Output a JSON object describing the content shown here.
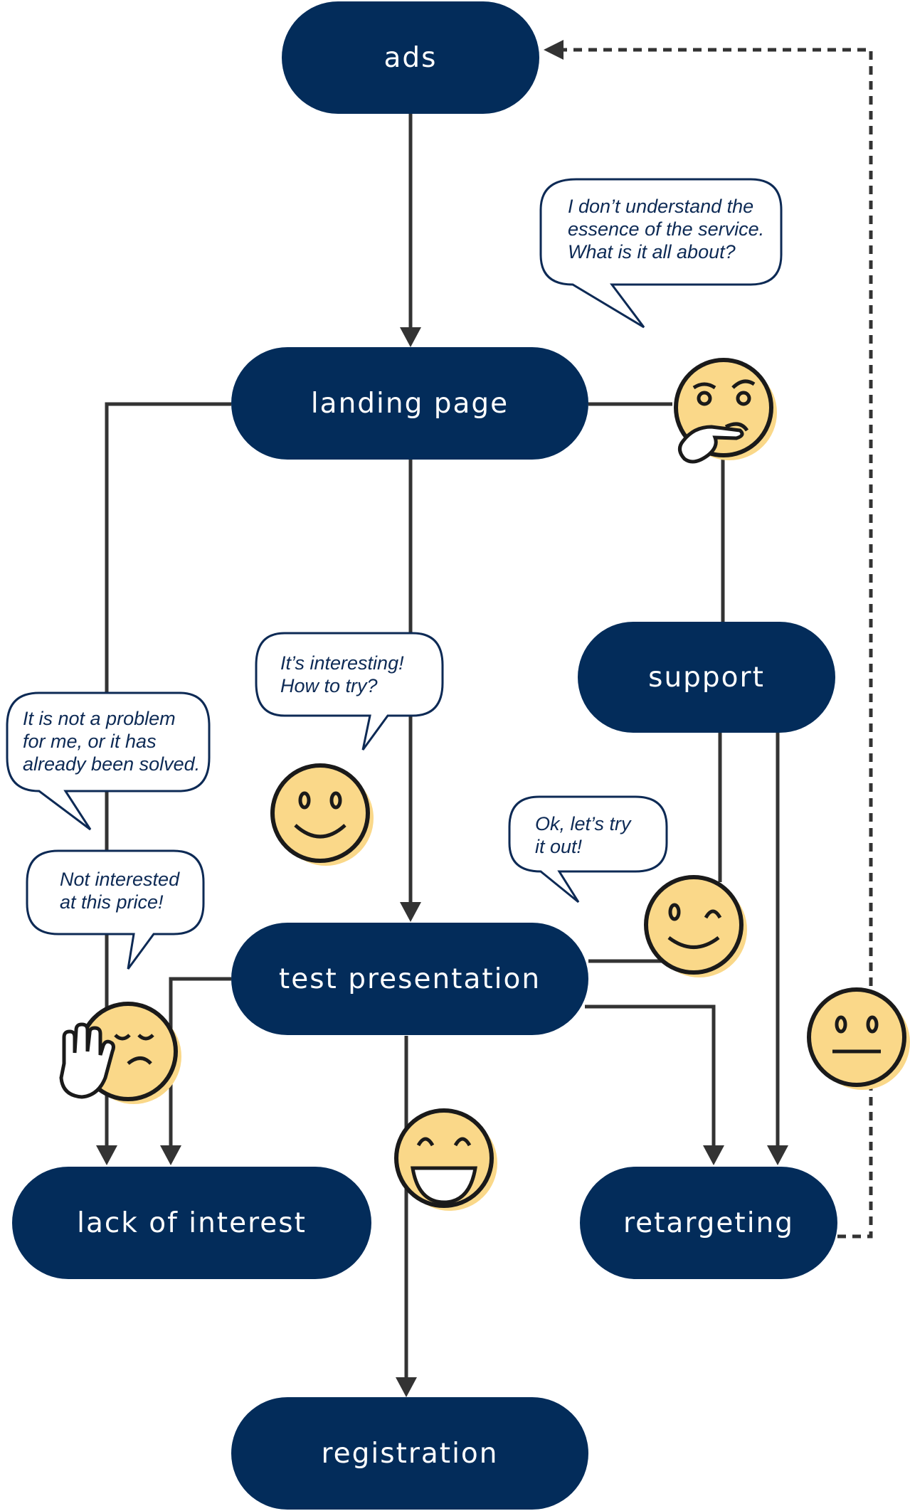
{
  "colors": {
    "node_fill": "#032c5a",
    "node_text": "#ffffff",
    "connector": "#333333",
    "bubble_stroke": "#0d2a55",
    "bubble_text": "#0d2a55",
    "emoji_fill": "#fad889",
    "emoji_stroke": "#1a1a1a"
  },
  "nodes": {
    "ads": "ads",
    "landing_page": "landing page",
    "support": "support",
    "test_presentation": "test presentation",
    "lack_of_interest": "lack of interest",
    "retargeting": "retargeting",
    "registration": "registration"
  },
  "bubbles": {
    "confused": [
      "I don’t understand the",
      "essence of the service.",
      "What is it all about?"
    ],
    "interesting": [
      "It’s interesting!",
      "How to try?"
    ],
    "not_problem": [
      "It is not a problem",
      "for me, or it has",
      "already been solved."
    ],
    "not_interested_price": [
      "Not interested",
      "at this price!"
    ],
    "ok_try": [
      "Ok, let’s try",
      "it out!"
    ]
  },
  "emojis": {
    "thinking": "thinking-face-icon",
    "smile": "smiling-face-icon",
    "wink": "winking-face-icon",
    "stop": "stop-hand-face-icon",
    "grin": "grinning-face-icon",
    "neutral": "neutral-face-icon"
  }
}
